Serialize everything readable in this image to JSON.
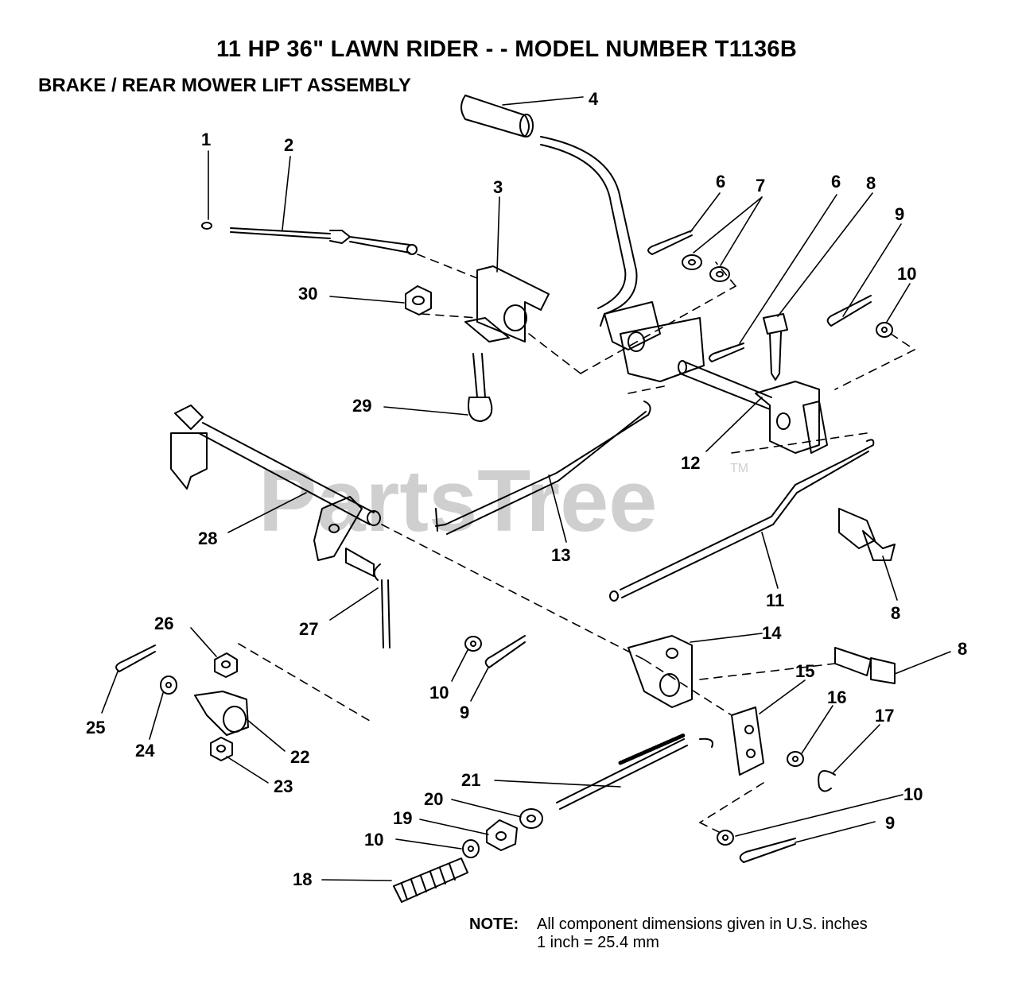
{
  "header": {
    "title": "11 HP 36\" LAWN RIDER - - MODEL NUMBER T1136B",
    "subtitle": "BRAKE / REAR MOWER LIFT ASSEMBLY"
  },
  "watermark": {
    "text": "PartsTree",
    "mark": "TM"
  },
  "note": {
    "label": "NOTE:",
    "line1": "All component dimensions given in U.S. inches",
    "line2": "1 inch = 25.4 mm"
  },
  "callouts": [
    {
      "id": "c1",
      "label": "1"
    },
    {
      "id": "c2",
      "label": "2"
    },
    {
      "id": "c3",
      "label": "3"
    },
    {
      "id": "c4",
      "label": "4"
    },
    {
      "id": "c6a",
      "label": "6"
    },
    {
      "id": "c7",
      "label": "7"
    },
    {
      "id": "c6b",
      "label": "6"
    },
    {
      "id": "c8a",
      "label": "8"
    },
    {
      "id": "c9a",
      "label": "9"
    },
    {
      "id": "c10a",
      "label": "10"
    },
    {
      "id": "c30",
      "label": "30"
    },
    {
      "id": "c29",
      "label": "29"
    },
    {
      "id": "c12",
      "label": "12"
    },
    {
      "id": "c28",
      "label": "28"
    },
    {
      "id": "c13",
      "label": "13"
    },
    {
      "id": "c11",
      "label": "11"
    },
    {
      "id": "c8b",
      "label": "8"
    },
    {
      "id": "c27",
      "label": "27"
    },
    {
      "id": "c26",
      "label": "26"
    },
    {
      "id": "c14",
      "label": "14"
    },
    {
      "id": "c8c",
      "label": "8"
    },
    {
      "id": "c10b",
      "label": "10"
    },
    {
      "id": "c9b",
      "label": "9"
    },
    {
      "id": "c15",
      "label": "15"
    },
    {
      "id": "c16",
      "label": "16"
    },
    {
      "id": "c17",
      "label": "17"
    },
    {
      "id": "c25",
      "label": "25"
    },
    {
      "id": "c24",
      "label": "24"
    },
    {
      "id": "c22",
      "label": "22"
    },
    {
      "id": "c23",
      "label": "23"
    },
    {
      "id": "c21",
      "label": "21"
    },
    {
      "id": "c20",
      "label": "20"
    },
    {
      "id": "c10c",
      "label": "10"
    },
    {
      "id": "c19",
      "label": "19"
    },
    {
      "id": "c10d",
      "label": "10"
    },
    {
      "id": "c9c",
      "label": "9"
    },
    {
      "id": "c18",
      "label": "18"
    }
  ]
}
